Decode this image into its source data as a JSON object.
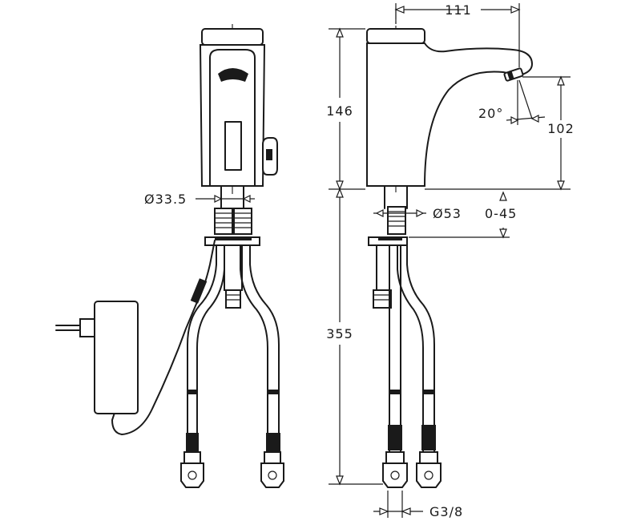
{
  "dimensions": {
    "spout_reach": "111",
    "body_height": "146",
    "spout_height": "102",
    "spout_angle": "20°",
    "shank_diameter": "Ø33.5",
    "base_diameter": "Ø53",
    "counter_thickness": "0-45",
    "hose_length": "355",
    "connection_thread": "G3/8"
  }
}
